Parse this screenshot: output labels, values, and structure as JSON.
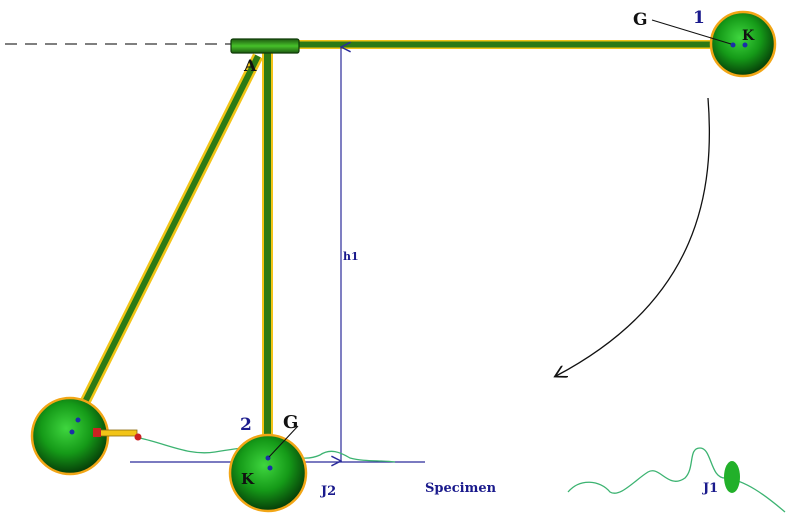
{
  "labels": {
    "pivot": "A",
    "position_1": "1",
    "position_2": "2",
    "center_of_gravity_1": "G",
    "center_of_gravity_2": "G",
    "striker_point_1": "K",
    "striker_point_2": "K",
    "height": "h1",
    "specimen": "Specimen",
    "energy_1": "J1",
    "energy_2": "J2"
  },
  "colors": {
    "arm_green": "#2c7a15",
    "arm_yellow": "#f2c417",
    "ball_green": "#15a51a",
    "ball_rim": "#f2a616",
    "dot_blue": "#1a2fa8",
    "label_blue": "#1a1a8c",
    "trace_green": "#3cb371",
    "line_blue": "#2a2a9a"
  }
}
